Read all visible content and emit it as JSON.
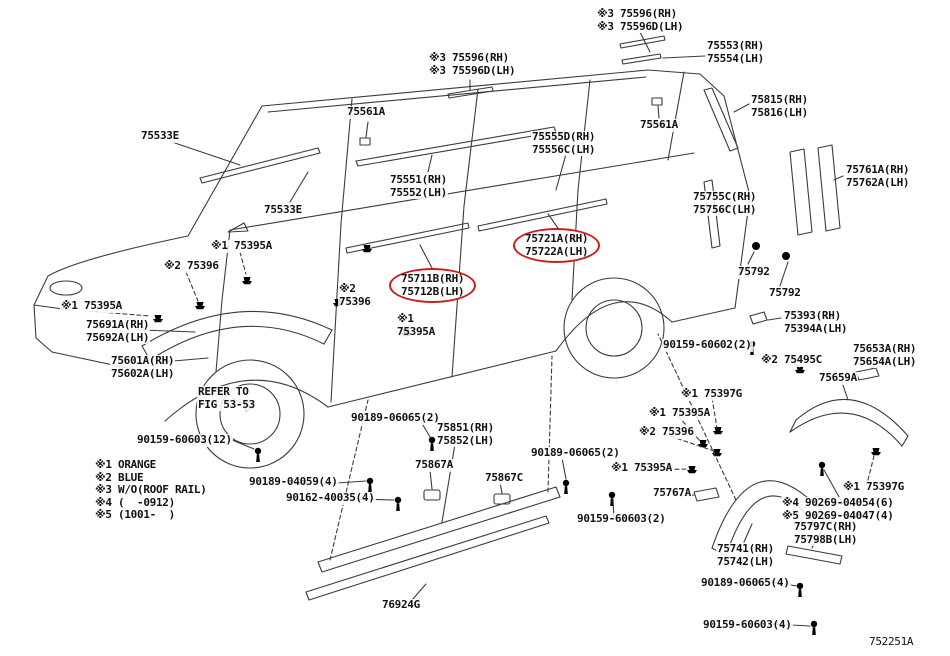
{
  "colors": {
    "background": "#ffffff",
    "text": "#111111",
    "line_art": "#3b3b3b",
    "highlight": "#c81e1e"
  },
  "figure": {
    "code": "752251A"
  },
  "legend": {
    "items": [
      "※1 ORANGE",
      "※2 BLUE",
      "※3 W/O(ROOF RAIL)",
      "※4 (  -0912)",
      "※5 (1001-  )"
    ]
  },
  "labels": {
    "l75596_roof": {
      "lines": [
        "※3 75596(RH)",
        "※3 75596D(LH)"
      ]
    },
    "l75553": {
      "lines": [
        "75553(RH)",
        "75554(LH)"
      ]
    },
    "l75596_front": {
      "lines": [
        "※3 75596(RH)",
        "※3 75596D(LH)"
      ]
    },
    "l75561a_front": {
      "lines": [
        "75561A"
      ]
    },
    "l75815": {
      "lines": [
        "75815(RH)",
        "75816(LH)"
      ]
    },
    "l75561a_rear": {
      "lines": [
        "75561A"
      ]
    },
    "l75533e_front": {
      "lines": [
        "75533E"
      ]
    },
    "l75555d": {
      "lines": [
        "75555D(RH)",
        "75556C(LH)"
      ]
    },
    "l75551": {
      "lines": [
        "75551(RH)",
        "75552(LH)"
      ]
    },
    "l75761a": {
      "lines": [
        "75761A(RH)",
        "75762A(LH)"
      ]
    },
    "l75533e_mid": {
      "lines": [
        "75533E"
      ]
    },
    "l75755c": {
      "lines": [
        "75755C(RH)",
        "75756C(LH)"
      ]
    },
    "l75721a": {
      "lines": [
        "75721A(RH)",
        "75722A(LH)"
      ],
      "highlighted": true
    },
    "l75395a_1": {
      "lines": [
        "※1 75395A"
      ]
    },
    "l75792_a": {
      "lines": [
        "75792"
      ]
    },
    "l75396_front": {
      "lines": [
        "※2 75396"
      ]
    },
    "l75711b": {
      "lines": [
        "75711B(RH)",
        "75712B(LH)"
      ],
      "highlighted": true
    },
    "l75396_mid": {
      "lines": [
        "※2",
        "75396"
      ]
    },
    "l75395a_left": {
      "lines": [
        "※1 75395A"
      ]
    },
    "l75691a": {
      "lines": [
        "75691A(RH)",
        "75692A(LH)"
      ]
    },
    "l75792_b": {
      "lines": [
        "75792"
      ]
    },
    "l75395a_mid": {
      "lines": [
        "※1",
        "75395A"
      ]
    },
    "l75601a": {
      "lines": [
        "75601A(RH)",
        "75602A(LH)"
      ]
    },
    "l75393": {
      "lines": [
        "75393(RH)",
        "75394A(LH)"
      ]
    },
    "l90159_60602": {
      "lines": [
        "90159-60602(2)"
      ]
    },
    "l75495c": {
      "lines": [
        "※2 75495C"
      ]
    },
    "l75653a": {
      "lines": [
        "75653A(RH)",
        "75654A(LH)"
      ]
    },
    "l75659a": {
      "lines": [
        "75659A"
      ]
    },
    "lrefer": {
      "lines": [
        "REFER TO",
        "FIG 53-53"
      ]
    },
    "l75397g_top": {
      "lines": [
        "※1 75397G"
      ]
    },
    "l90159_60603_12": {
      "lines": [
        "90159-60603(12)"
      ]
    },
    "l90189_06065_2a": {
      "lines": [
        "90189-06065(2)"
      ]
    },
    "l75851": {
      "lines": [
        "75851(RH)",
        "75852(LH)"
      ]
    },
    "l75395a_r1": {
      "lines": [
        "※1 75395A"
      ]
    },
    "l75396_rear": {
      "lines": [
        "※2 75396"
      ]
    },
    "l90189_06065_2b": {
      "lines": [
        "90189-06065(2)"
      ]
    },
    "l75867a": {
      "lines": [
        "75867A"
      ]
    },
    "l75867c": {
      "lines": [
        "75867C"
      ]
    },
    "l90189_04059": {
      "lines": [
        "90189-04059(4)"
      ]
    },
    "l75395a_r2": {
      "lines": [
        "※1 75395A"
      ]
    },
    "l90162_40035": {
      "lines": [
        "90162-40035(4)"
      ]
    },
    "l90159_60603_2": {
      "lines": [
        "90159-60603(2)"
      ]
    },
    "l75767a": {
      "lines": [
        "75767A"
      ]
    },
    "l90269": {
      "lines": [
        "※4 90269-04054(6)",
        "※5 90269-04047(4)"
      ]
    },
    "l75797c": {
      "lines": [
        "75797C(RH)",
        "75798B(LH)"
      ]
    },
    "l75741": {
      "lines": [
        "75741(RH)",
        "75742(LH)"
      ]
    },
    "l75397g_bot": {
      "lines": [
        "※1 75397G"
      ]
    },
    "l90189_06065_4": {
      "lines": [
        "90189-06065(4)"
      ]
    },
    "l76924g": {
      "lines": [
        "76924G"
      ]
    },
    "l90159_60603_4": {
      "lines": [
        "90159-60603(4)"
      ]
    }
  }
}
